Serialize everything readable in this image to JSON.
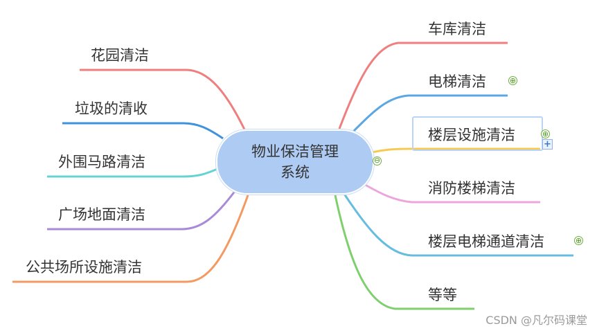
{
  "central_topic": {
    "line1": "物业保洁管理",
    "line2": "系统"
  },
  "right_topics": [
    {
      "label": "车库清洁",
      "color": "#ef7f7f"
    },
    {
      "label": "电梯清洁",
      "color": "#5aa7e3"
    },
    {
      "label": "楼层设施清洁",
      "color": "#f6ca52"
    },
    {
      "label": "消防楼梯清洁",
      "color": "#eca6dc"
    },
    {
      "label": "楼层电梯通道清洁",
      "color": "#66bde0"
    },
    {
      "label": "等等",
      "color": "#7fcf6e"
    }
  ],
  "left_topics": [
    {
      "label": "花园清洁",
      "color": "#ef7f7f"
    },
    {
      "label": "垃圾的清收",
      "color": "#3f92dc"
    },
    {
      "label": "外围马路清洁",
      "color": "#66d3d3"
    },
    {
      "label": "广场地面清洁",
      "color": "#a88ad9"
    },
    {
      "label": "公共场所设施清洁",
      "color": "#f29a61"
    }
  ],
  "icons": {
    "expand": "⊕",
    "collapse": "⊖",
    "add": "+"
  },
  "watermark": "CSDN @凡尔码课堂"
}
